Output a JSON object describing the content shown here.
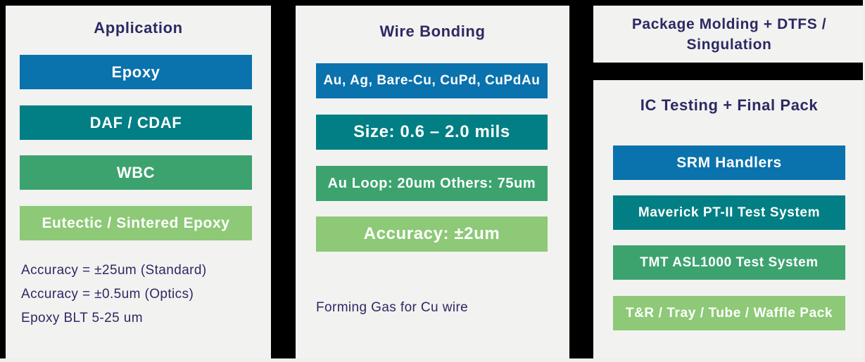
{
  "page": {
    "background": "#000000",
    "panel_bg": "#F2F2F1",
    "heading_color": "#2D2963",
    "bar_text_color": "#FFFFFF"
  },
  "colors": {
    "blue": "#0A72AD",
    "teal": "#017F84",
    "green": "#3CA36F",
    "light_green": "#8DC977"
  },
  "panels": {
    "application": {
      "title": "Application",
      "bars": [
        {
          "label": "Epoxy",
          "color": "blue"
        },
        {
          "label": "DAF / CDAF",
          "color": "teal"
        },
        {
          "label": "WBC",
          "color": "green"
        },
        {
          "label": "Eutectic / Sintered Epoxy",
          "color": "light_green"
        }
      ],
      "notes": [
        "Accuracy = ±25um (Standard)",
        "Accuracy = ±0.5um (Optics)",
        "Epoxy BLT 5-25 um"
      ]
    },
    "wire_bonding": {
      "title": "Wire Bonding",
      "bars": [
        {
          "label": "Au, Ag, Bare-Cu, CuPd, CuPdAu",
          "color": "blue"
        },
        {
          "label": "Size: 0.6 – 2.0 mils",
          "color": "teal"
        },
        {
          "label": "Au Loop: 20um Others: 75um",
          "color": "green"
        },
        {
          "label": "Accuracy: ±2um",
          "color": "light_green"
        }
      ],
      "notes": [
        "Forming Gas for Cu wire"
      ]
    },
    "package_molding": {
      "title": "Package Molding + DTFS / Singulation"
    },
    "ic_testing": {
      "title": "IC Testing + Final Pack",
      "bars": [
        {
          "label": "SRM Handlers",
          "color": "blue"
        },
        {
          "label": "Maverick PT-II Test System",
          "color": "teal"
        },
        {
          "label": "TMT ASL1000 Test System",
          "color": "green"
        },
        {
          "label": "T&R / Tray / Tube / Waffle Pack",
          "color": "light_green"
        }
      ]
    }
  }
}
